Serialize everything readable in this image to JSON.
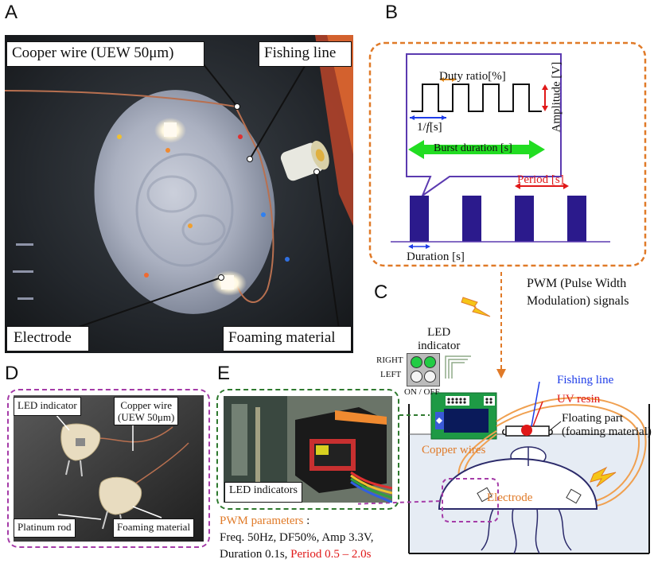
{
  "panels": {
    "a": "A",
    "b": "B",
    "c": "C",
    "d": "D",
    "e": "E"
  },
  "photo_a": {
    "copper_wire": "Cooper wire (UEW 50μm)",
    "fishing_line": "Fishing line",
    "electrode": "Electrode",
    "foaming_material": "Foaming material"
  },
  "signal_b": {
    "duty_ratio": "Duty ratio[%]",
    "amplitude": "Amplitude [V]",
    "freq_prefix": "1/",
    "freq_f": "f",
    "freq_suffix": "[s]",
    "burst_duration": "Burst duration [s]",
    "period": "Period [s]",
    "duration": "Duration [s]"
  },
  "pwm_note": {
    "line1": "PWM (Pulse Width",
    "line2": "Modulation) signals"
  },
  "diagram_c": {
    "led_title1": "LED",
    "led_title2": "indicator",
    "right": "RIGHT",
    "left": "LEFT",
    "on_off": "ON / OFF",
    "fishing_line": "Fishing line",
    "uv_resin": "UV resin",
    "floating1": "Floating part",
    "floating2": "(foaming material)",
    "copper_wires": "Copper wires",
    "electrode": "Electrode"
  },
  "photo_d": {
    "led_indicator": "LED indicator",
    "copper_wire1": "Copper wire",
    "copper_wire2": "(UEW 50μm)",
    "platinum_rod": "Platinum rod",
    "foaming_material": "Foaming material"
  },
  "photo_e": {
    "led_indicators": "LED indicators"
  },
  "pwm_params": {
    "title": "PWM parameters",
    "colon": " :",
    "line2": "Freq. 50Hz, DF50%, Amp 3.3V,",
    "line3_prefix": "Duration 0.1s, ",
    "line3_highlight": "Period 0.5 – 2.0s"
  },
  "colors": {
    "orange": "#e07a28",
    "purple_dashed": "#a53ca8",
    "green_dashed": "#2f7a2f",
    "pulse": "#2b1a8c",
    "burst_green": "#22dd22",
    "red": "#e01818",
    "blue": "#1e3ce8"
  }
}
